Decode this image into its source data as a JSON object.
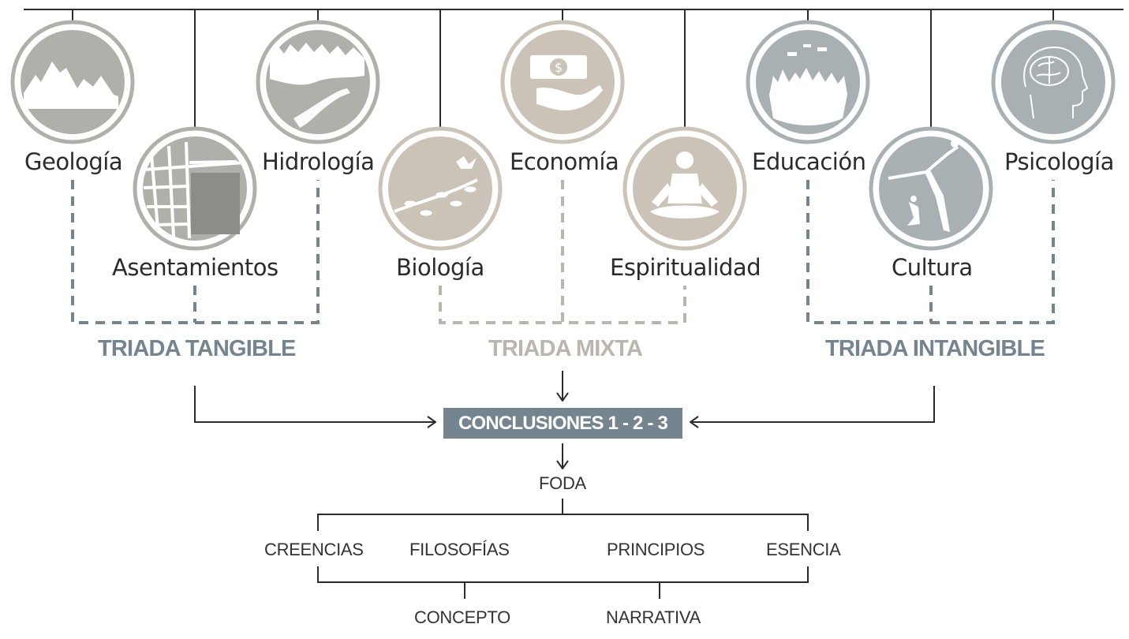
{
  "colors": {
    "tangible": "#748590",
    "mixta": "#bab6ad",
    "intangible": "#748590",
    "circle_tangible": "#b0b0ab",
    "circle_mixta": "#cbc3b7",
    "circle_intangible": "#a8b0b4",
    "line": "#2b2b2b"
  },
  "disciplines": {
    "geologia": {
      "label": "Geología",
      "icon": "mountains-icon"
    },
    "asentamientos": {
      "label": "Asentamientos",
      "icon": "city-grid-icon"
    },
    "hidrologia": {
      "label": "Hidrología",
      "icon": "river-forest-icon"
    },
    "biologia": {
      "label": "Biología",
      "icon": "birds-branch-icon"
    },
    "economia": {
      "label": "Economía",
      "icon": "money-hand-icon"
    },
    "espiritualidad": {
      "label": "Espiritualidad",
      "icon": "meditation-icon"
    },
    "educacion": {
      "label": "Educación",
      "icon": "graduation-icon"
    },
    "cultura": {
      "label": "Cultura",
      "icon": "dancer-icon"
    },
    "psicologia": {
      "label": "Psicología",
      "icon": "brain-head-icon"
    }
  },
  "triads": {
    "tangible": "TRIADA TANGIBLE",
    "mixta": "TRIADA MIXTA",
    "intangible": "TRIADA INTANGIBLE"
  },
  "conclusiones": "CONCLUSIONES 1 - 2 - 3",
  "foda": "FODA",
  "pillars": {
    "creencias": "CREENCIAS",
    "filosofias": "FILOSOFÍAS",
    "principios": "PRINCIPIOS",
    "esencia": "ESENCIA"
  },
  "outputs": {
    "concepto": "CONCEPTO",
    "narrativa": "NARRATIVA"
  }
}
